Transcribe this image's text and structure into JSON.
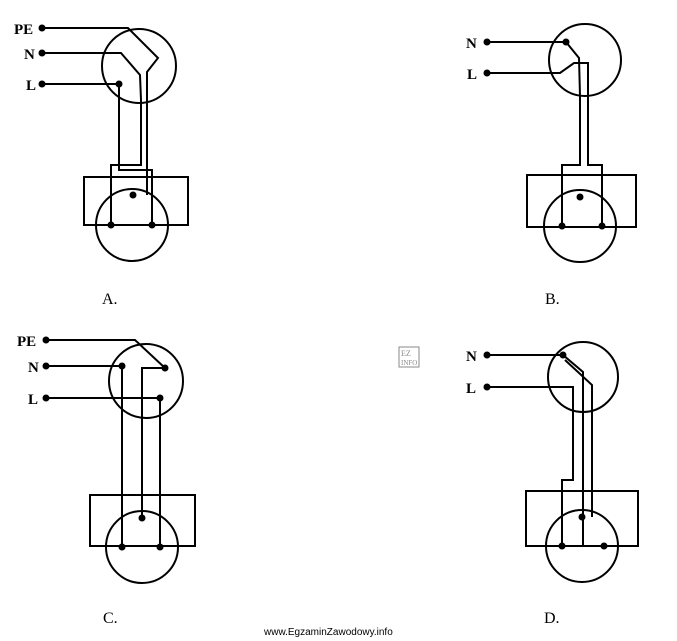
{
  "panels": [
    {
      "option": "A.",
      "terminals": [
        "PE",
        "N",
        "L"
      ]
    },
    {
      "option": "B.",
      "terminals": [
        "N",
        "L"
      ]
    },
    {
      "option": "C.",
      "terminals": [
        "PE",
        "N",
        "L"
      ]
    },
    {
      "option": "D.",
      "terminals": [
        "N",
        "L"
      ]
    }
  ],
  "watermark": {
    "text": "EZ INFO"
  },
  "footer": {
    "text": "www.EgzaminZawodowy.info"
  }
}
